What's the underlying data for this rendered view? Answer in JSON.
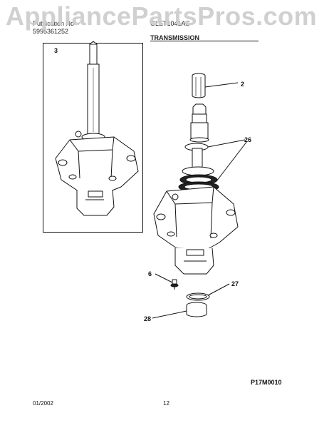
{
  "watermark": "AppliancePartsPros.com",
  "header": {
    "brand": "Publication No",
    "date_code": "5995361252",
    "model": "GLET1041AS",
    "section": "TRANSMISSION"
  },
  "panel": {
    "label": "3"
  },
  "callouts": [
    "2",
    "26",
    "6",
    "27",
    "28"
  ],
  "figure_code": "P17M0010",
  "footer": {
    "date": "01/2002",
    "page": "12"
  }
}
